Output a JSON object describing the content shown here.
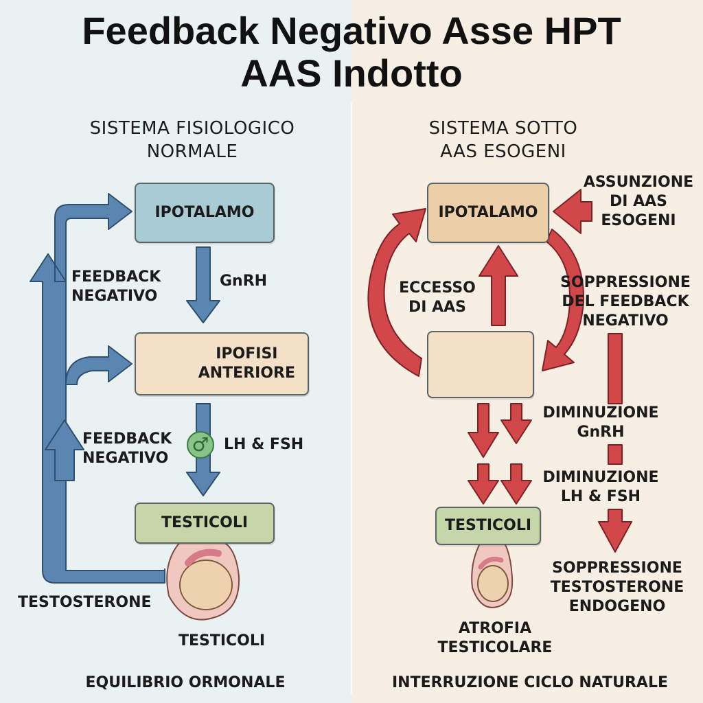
{
  "title": {
    "line1": "Feedback Negativo Asse HPT",
    "line2": "AAS Indotto"
  },
  "left": {
    "heading": "SISTEMA FISIOLOGICO\nNORMALE",
    "hypothalamus": "IPOTALAMO",
    "gnrh": "GnRH",
    "pituitary": "IPOFISI\nANTERIORE",
    "lh_fsh": "LH & FSH",
    "testes_box": "TESTICOLI",
    "feedback_upper": "FEEDBACK\nNEGATIVO",
    "feedback_lower": "FEEDBACK\nNEGATIVO",
    "testosterone": "TESTOSTERONE",
    "testes_caption": "TESTICOLI",
    "footer": "EQUILIBRIO ORMONALE"
  },
  "right": {
    "heading": "SISTEMA SOTTO\nAAS ESOGENI",
    "hypothalamus": "IPOTALAMO",
    "exogenous_intake": "ASSUNZIONE\nDI AAS\nESOGENI",
    "excess": "ECCESSO\nDI AAS",
    "feedback_suppression": "SOPPRESSIONE\nDEL FEEDBACK\nNEGATIVO",
    "gnrh_decrease": "DIMINUZIONE\nGnRH",
    "lh_fsh_decrease": "DIMINUZIONE\nLH & FSH",
    "testes_box": "TESTICOLI",
    "testosterone_suppression": "SOPPRESSIONE\nTESTOSTERONE\nENDOGENO",
    "atrophy": "ATROFIA\nTESTICOLARE",
    "footer": "INTERRUZIONE CICLO NATURALE"
  },
  "colors": {
    "left_bg": "#e9f1f2",
    "right_bg": "#f8efe4",
    "blue_arrow": "#5b86b1",
    "red_arrow": "#d2474a",
    "hypothalamus_left": "#a9cbd3",
    "hypothalamus_right": "#eccfa8",
    "pituitary_box": "#f3e0c7",
    "testes_box": "#c5d6a9"
  },
  "icons": {
    "male_symbol": "♂"
  }
}
